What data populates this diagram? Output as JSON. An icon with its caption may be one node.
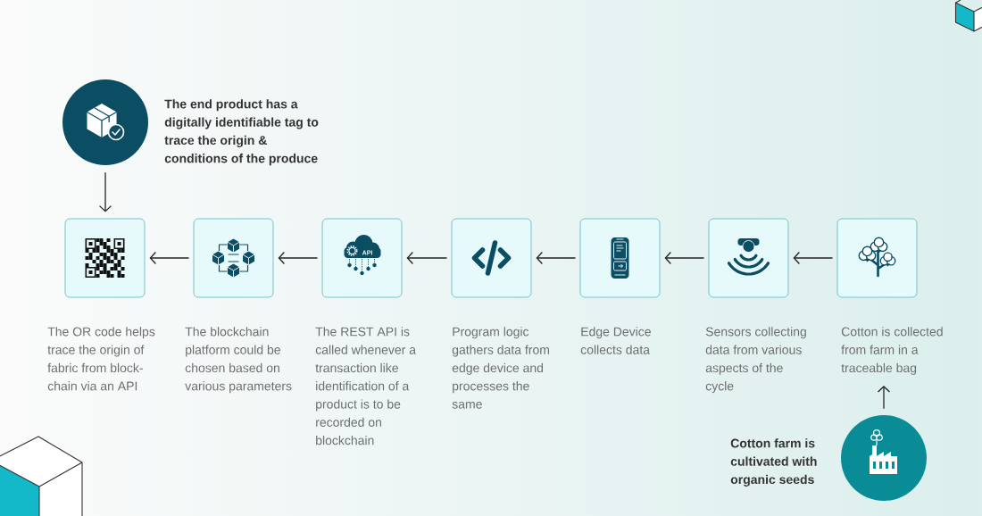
{
  "diagram": {
    "nodes": [
      {
        "text": [],
        "shape": "circle",
        "beside": [
          "The end product has a digitally identifiable tag to trace the origin & conditions of the produce"
        ]
      },
      {
        "text": [],
        "shape": "box",
        "beside": [
          "The OR code helps trace the origin of fabric from block-chain via an API"
        ]
      },
      {
        "text": [],
        "shape": "box",
        "beside": [
          "The blockchain platform could be chosen based on various parameters"
        ]
      },
      {
        "text": [],
        "shape": "box",
        "beside": [
          "The REST API is called whenever a transaction like identification of a product is to be recorded on blockchain"
        ]
      },
      {
        "text": [],
        "shape": "box",
        "beside": [
          "Program logic gathers data from edge device and processes the same"
        ]
      },
      {
        "text": [],
        "shape": "box",
        "beside": [
          "Edge Device collects data"
        ]
      },
      {
        "text": [],
        "shape": "box",
        "beside": [
          "Sensors collecting data from various aspects of the cycle"
        ]
      },
      {
        "text": [],
        "shape": "box",
        "beside": [
          "Cotton is collected from farm in a traceable bag"
        ]
      },
      {
        "text": [],
        "shape": "circle",
        "beside": [
          "Cotton farm is cultivated with organic seeds"
        ]
      }
    ],
    "edges": [
      {
        "from": 0,
        "to": 1,
        "arrow": "to"
      },
      {
        "from": 2,
        "to": 1,
        "arrow": "to"
      },
      {
        "from": 3,
        "to": 2,
        "arrow": "to"
      },
      {
        "from": 4,
        "to": 3,
        "arrow": "to"
      },
      {
        "from": 5,
        "to": 4,
        "arrow": "to"
      },
      {
        "from": 6,
        "to": 5,
        "arrow": "to"
      },
      {
        "from": 7,
        "to": 6,
        "arrow": "to"
      },
      {
        "from": 8,
        "to": 7,
        "arrow": "to"
      }
    ],
    "labels": [
      "API"
    ]
  }
}
